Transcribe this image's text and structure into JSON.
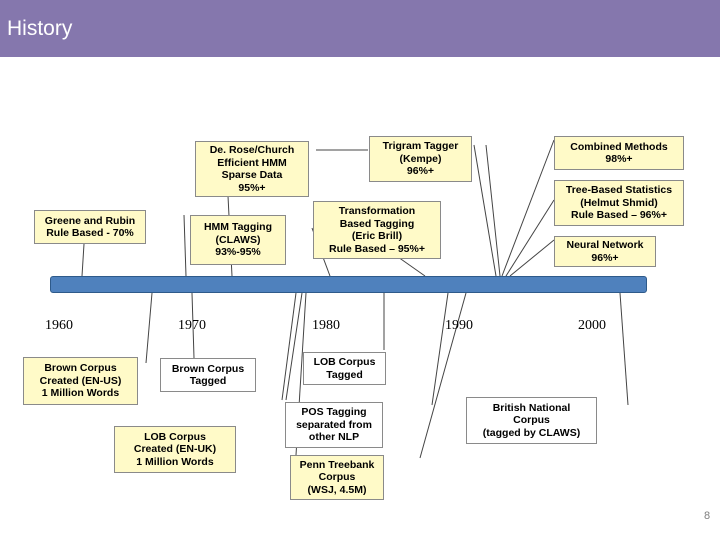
{
  "header": {
    "title": "History"
  },
  "timeline": {
    "years": [
      "1960",
      "1970",
      "1980",
      "1990",
      "2000"
    ]
  },
  "upper_boxes": {
    "derose": [
      "De. Rose/Church",
      "Efficient HMM",
      "Sparse Data",
      "95%+"
    ],
    "trigram": [
      "Trigram Tagger",
      "(Kempe)",
      "96%+"
    ],
    "combined": [
      "Combined Methods",
      "98%+"
    ],
    "greene": [
      "Greene and Rubin",
      "Rule Based - 70%"
    ],
    "hmm": [
      "HMM Tagging",
      "(CLAWS)",
      "93%-95%"
    ],
    "transformation": [
      "Transformation",
      "Based Tagging",
      "(Eric Brill)",
      "Rule Based – 95%+"
    ],
    "tree": [
      "Tree-Based Statistics",
      "(Helmut Shmid)",
      "Rule Based – 96%+"
    ],
    "neural": [
      "Neural Network",
      "96%+"
    ]
  },
  "lower_boxes": {
    "brown_created": [
      "Brown Corpus",
      "Created (EN-US)",
      "1 Million Words"
    ],
    "brown_tagged": [
      "Brown Corpus",
      "Tagged"
    ],
    "lob_tagged": [
      "LOB Corpus",
      "Tagged"
    ],
    "pos_separated": [
      "POS Tagging",
      "separated from",
      "other NLP"
    ],
    "bnc": [
      "British National",
      "Corpus",
      "(tagged by CLAWS)"
    ],
    "lob_created": [
      "LOB Corpus",
      "Created (EN-UK)",
      "1 Million Words"
    ],
    "penn": [
      "Penn Treebank",
      "Corpus",
      "(WSJ, 4.5M)"
    ]
  },
  "footer": {
    "page_number": "8"
  },
  "colors": {
    "header": "#8577ad",
    "timeline": "#4f81bd",
    "yellow_box": "#fffac8"
  }
}
